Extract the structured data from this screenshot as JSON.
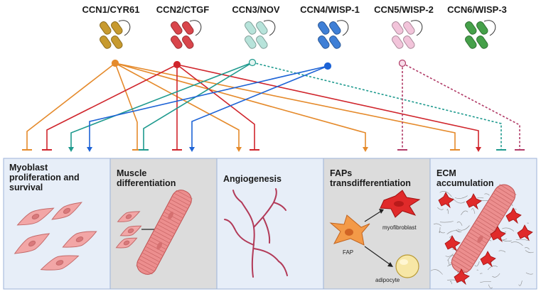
{
  "proteins": [
    {
      "label": "CCN1/CYR61",
      "color": "#C79A2E"
    },
    {
      "label": "CCN2/CTGF",
      "color": "#D9454B"
    },
    {
      "label": "CCN3/NOV",
      "color": "#B7E3DA"
    },
    {
      "label": "CCN4/WISP-1",
      "color": "#3F7FD6"
    },
    {
      "label": "CCN5/WISP-2",
      "color": "#F2C4DA"
    },
    {
      "label": "CCN6/WISP-3",
      "color": "#45A049"
    }
  ],
  "panels": [
    {
      "title_lines": [
        "Myoblast",
        "proliferation and",
        "survival"
      ]
    },
    {
      "title_lines": [
        "Muscle",
        "differentiation"
      ]
    },
    {
      "title_lines": [
        "Angiogenesis"
      ]
    },
    {
      "title_lines": [
        "FAPs",
        "transdifferentiation"
      ]
    },
    {
      "title_lines": [
        "ECM",
        "accumulation"
      ]
    }
  ],
  "fap_labels": {
    "fap": "FAP",
    "myofibroblast": "myofibroblast",
    "adipocyte": "adipocyte"
  },
  "line_colors": {
    "ccn1": "#E58A2B",
    "ccn2": "#D0252C",
    "ccn3": "#1E9A8E",
    "ccn4": "#1D63D6",
    "ccn5": "#B03A66"
  }
}
